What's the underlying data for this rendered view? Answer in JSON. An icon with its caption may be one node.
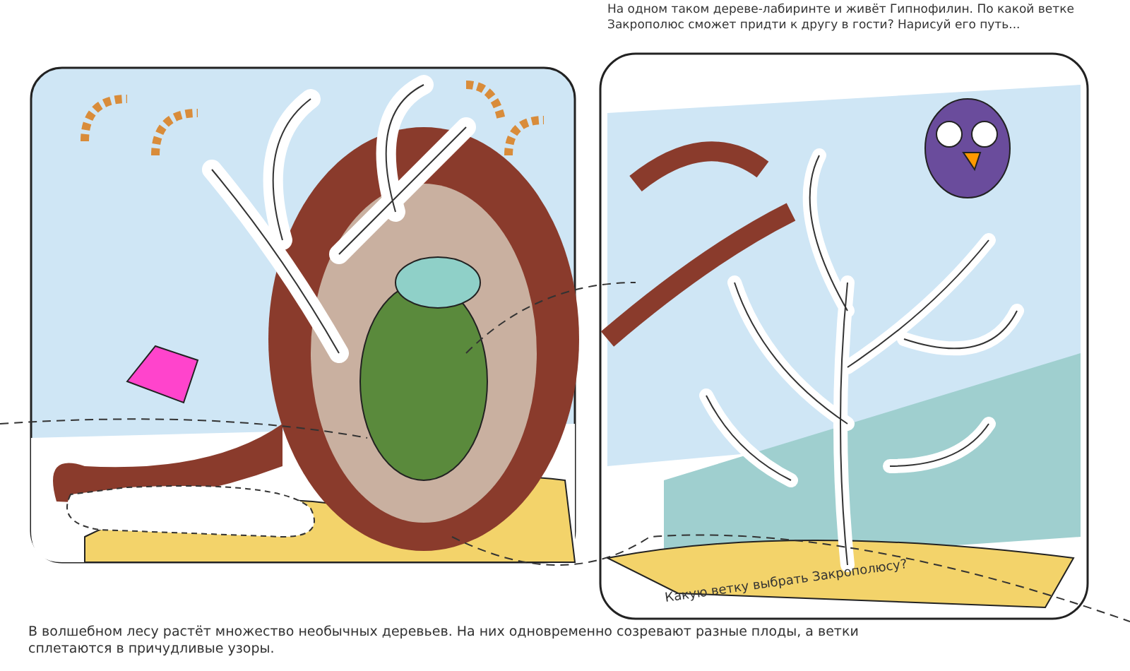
{
  "diagram": {
    "labels": [
      "На одном таком дереве-лабиринте и живёт Гипнофилин. По какой ветке Закрополюс сможет придти к другу в гости? Нарисуй его путь...",
      "Какую ветку выбрать Закрополюсу?",
      "В волшебном лесу растёт множество необычных деревьев. На них одновременно созревают разные плоды, а ветки сплетаются в причудливые узоры."
    ]
  }
}
